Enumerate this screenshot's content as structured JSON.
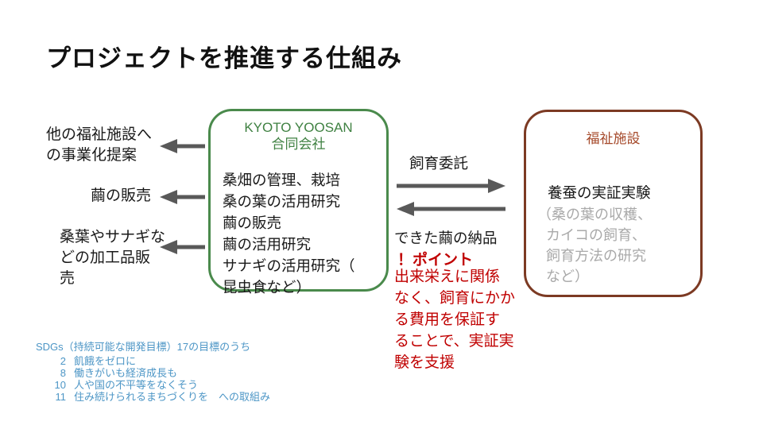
{
  "slide": {
    "title": "プロジェクトを推進する仕組み"
  },
  "center_box": {
    "name_line1": "KYOTO YOOSAN",
    "name_line2": "合同会社",
    "items": [
      "桑畑の管理、栽培",
      "桑の葉の活用研究",
      "繭の販売",
      "繭の活用研究",
      "サナギの活用研究（\n昆虫食など）"
    ]
  },
  "right_box": {
    "title": "福祉施設",
    "main": "養蚕の実証実験",
    "sub": "（桑の葉の収穫、\nカイコの飼育、\n飼育方法の研究\nなど）"
  },
  "left_outputs": [
    "他の福祉施設へ\nの事業化提案",
    "繭の販売",
    "桑葉やサナギな\nどの加工品販\n売"
  ],
  "flows": {
    "to_facility": "飼育委託",
    "from_facility": "できた繭の納品"
  },
  "point": {
    "heading": "！ポイント",
    "body": "出来栄えに関係\nなく、飼育にかか\nる費用を保証す\nることで、実証実\n験を支援"
  },
  "sdgs": {
    "heading": "SDGs（持続可能な開発目標）17の目標のうち",
    "goals": [
      {
        "num": "2",
        "text": "飢餓をゼロに"
      },
      {
        "num": "8",
        "text": "働きがいも経済成長も"
      },
      {
        "num": "10",
        "text": "人や国の不平等をなくそう"
      },
      {
        "num": "11",
        "text": "住み続けられるまちづくりを　への取組み"
      }
    ]
  },
  "colors": {
    "green": "#4a8a4c",
    "brown_border": "#7c3a23",
    "brown_text": "#a5492a",
    "red": "#c00000",
    "blue": "#4d96c6",
    "arrow_gray": "#595959",
    "gray_text": "#a9a9a9",
    "text": "#1a1a1a"
  }
}
